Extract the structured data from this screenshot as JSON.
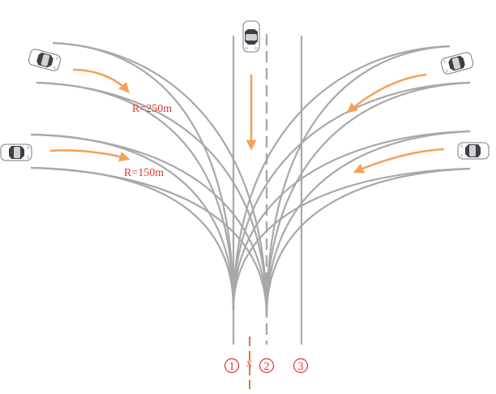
{
  "labels": {
    "radius_large": "R=250m",
    "radius_small": "R=150m",
    "offset_x": "x",
    "lane1": "①",
    "lane2": "②",
    "lane3": "③"
  },
  "colors": {
    "lane_line": "#a8a8a8",
    "arrow": "#f4a259",
    "label": "#e0352b"
  },
  "icons": {
    "car": "car-topview-icon",
    "arrow": "orange-arrow-icon"
  }
}
